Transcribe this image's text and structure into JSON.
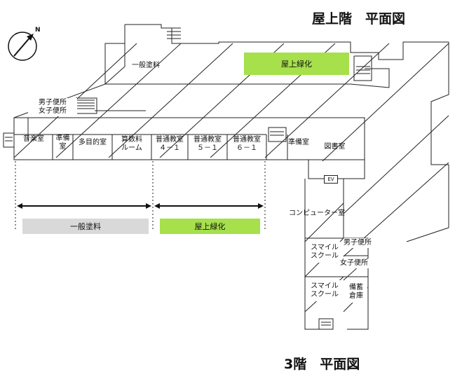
{
  "roof_title": "屋上階　平面図",
  "floor3_title": "3階　平面図",
  "compass_label": "N",
  "roof_labels": {
    "general_coating": "一般塗料",
    "rooftop_greening": "屋上緑化"
  },
  "rooms": {
    "toilet_m_top": "男子便所",
    "toilet_f_top": "女子便所",
    "music": "音楽室",
    "prep_1": "準備室",
    "multipurpose": "多目的室",
    "math_room_1": "算数料",
    "math_room_2": "ルーム",
    "class_41_1": "普通教室",
    "class_41_2": "４－１",
    "class_51_1": "普通教室",
    "class_51_2": "５－１",
    "class_61_1": "普通教室",
    "class_61_2": "６－１",
    "prep_2": "準備室",
    "library": "図書室",
    "ev": "EV",
    "computer": "コンピューター室",
    "smile_1_a": "スマイル",
    "smile_1_b": "スクール",
    "smile_2_a": "スマイル",
    "smile_2_b": "スクール",
    "toilet_m_right": "男子便所",
    "toilet_f_right": "女子便所",
    "storage_a": "備蓄",
    "storage_b": "倉庫"
  },
  "legend": {
    "general_coating": "一般塗料",
    "rooftop_greening": "屋上緑化"
  },
  "colors": {
    "green": "#a6e04b",
    "gray": "#d9d9d9",
    "line": "#222222"
  }
}
